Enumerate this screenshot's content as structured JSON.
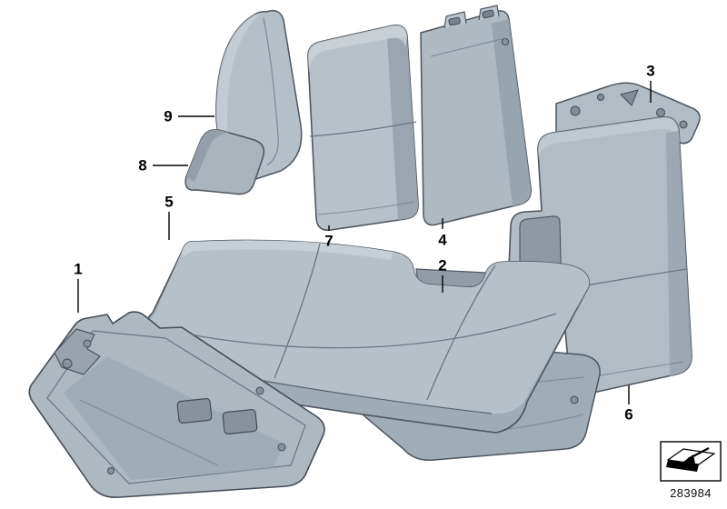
{
  "diagram": {
    "callouts": [
      {
        "label": "1"
      },
      {
        "label": "2"
      },
      {
        "label": "3"
      },
      {
        "label": "4"
      },
      {
        "label": "5"
      },
      {
        "label": "6"
      },
      {
        "label": "7"
      },
      {
        "label": "8"
      },
      {
        "label": "9"
      }
    ]
  },
  "footer": {
    "diagram_number": "283984",
    "icon": "box-arrow-icon"
  },
  "palette": {
    "background": "#ffffff",
    "outline": "#4e565f",
    "part_light": "#c9d1d8",
    "part_mid": "#b2bcc5",
    "part_dark": "#8d98a2",
    "leader_line": "#000000",
    "text": "#000000"
  }
}
